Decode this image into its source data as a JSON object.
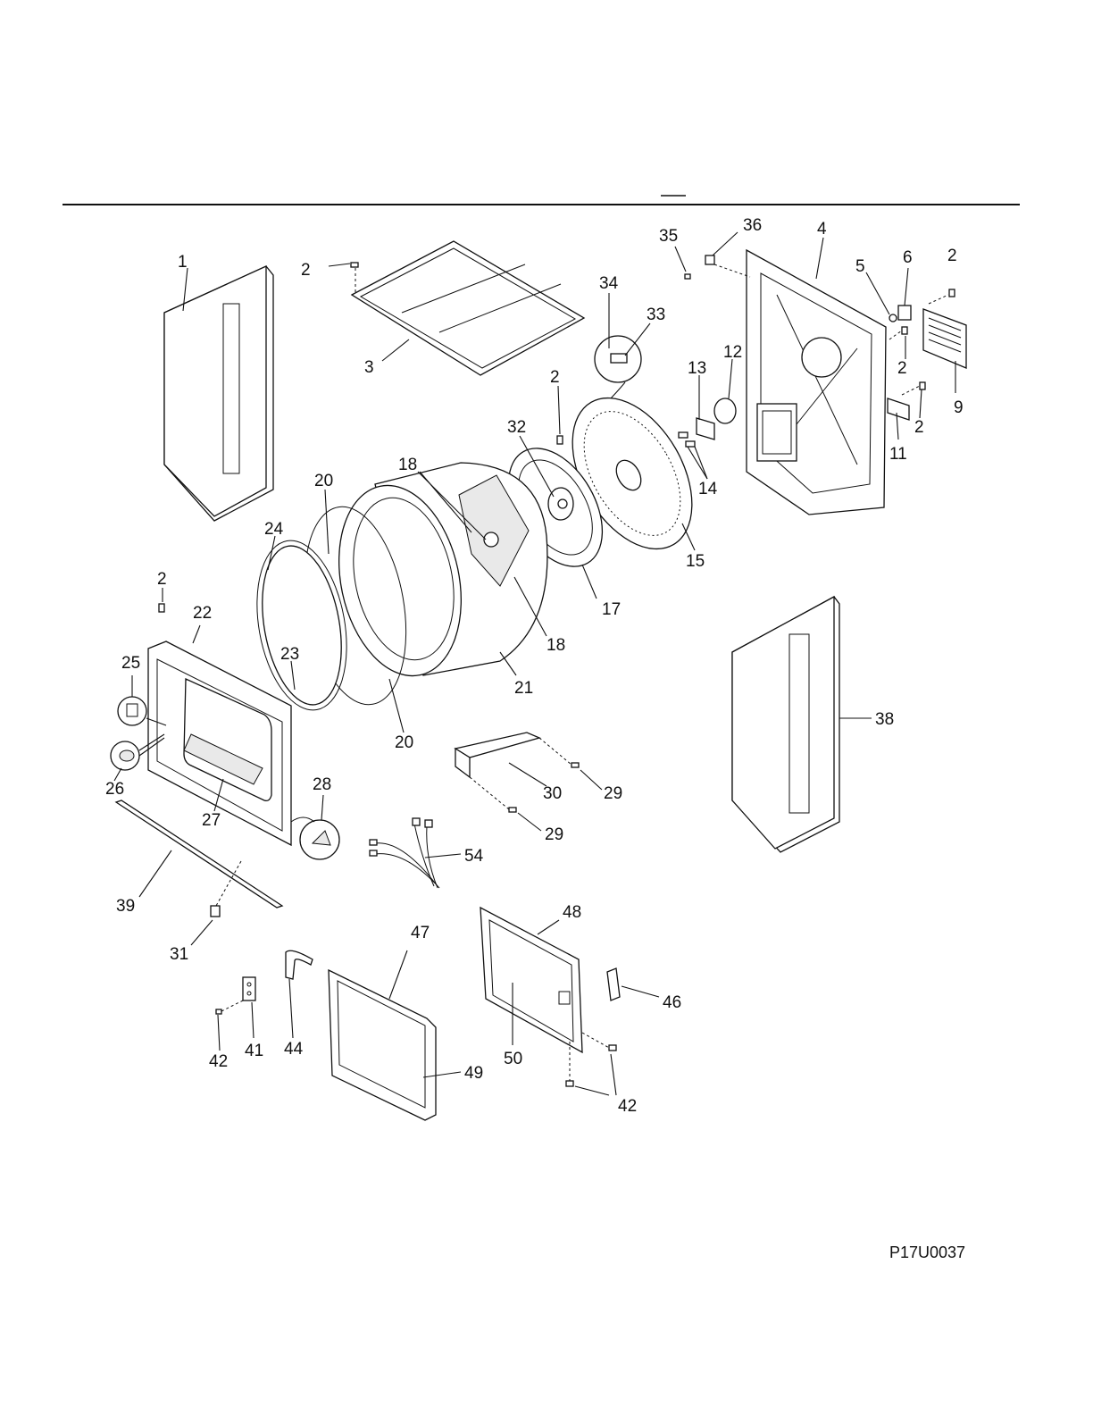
{
  "figure_code": "P17U0037",
  "callouts": {
    "c1": "1",
    "c2a": "2",
    "c2b": "2",
    "c2c": "2",
    "c2d": "2",
    "c2e": "2",
    "c2f": "2",
    "c3": "3",
    "c4": "4",
    "c5": "5",
    "c6": "6",
    "c9": "9",
    "c11": "11",
    "c12": "12",
    "c13": "13",
    "c14": "14",
    "c15": "15",
    "c17": "17",
    "c18a": "18",
    "c18b": "18",
    "c20a": "20",
    "c20b": "20",
    "c21": "21",
    "c22": "22",
    "c23": "23",
    "c24": "24",
    "c25": "25",
    "c26": "26",
    "c27": "27",
    "c28": "28",
    "c29a": "29",
    "c29b": "29",
    "c30": "30",
    "c31": "31",
    "c32": "32",
    "c33": "33",
    "c34": "34",
    "c35": "35",
    "c36": "36",
    "c38": "38",
    "c39": "39",
    "c41": "41",
    "c42a": "42",
    "c42b": "42",
    "c44": "44",
    "c46": "46",
    "c47": "47",
    "c48": "48",
    "c49": "49",
    "c50": "50",
    "c54": "54"
  }
}
